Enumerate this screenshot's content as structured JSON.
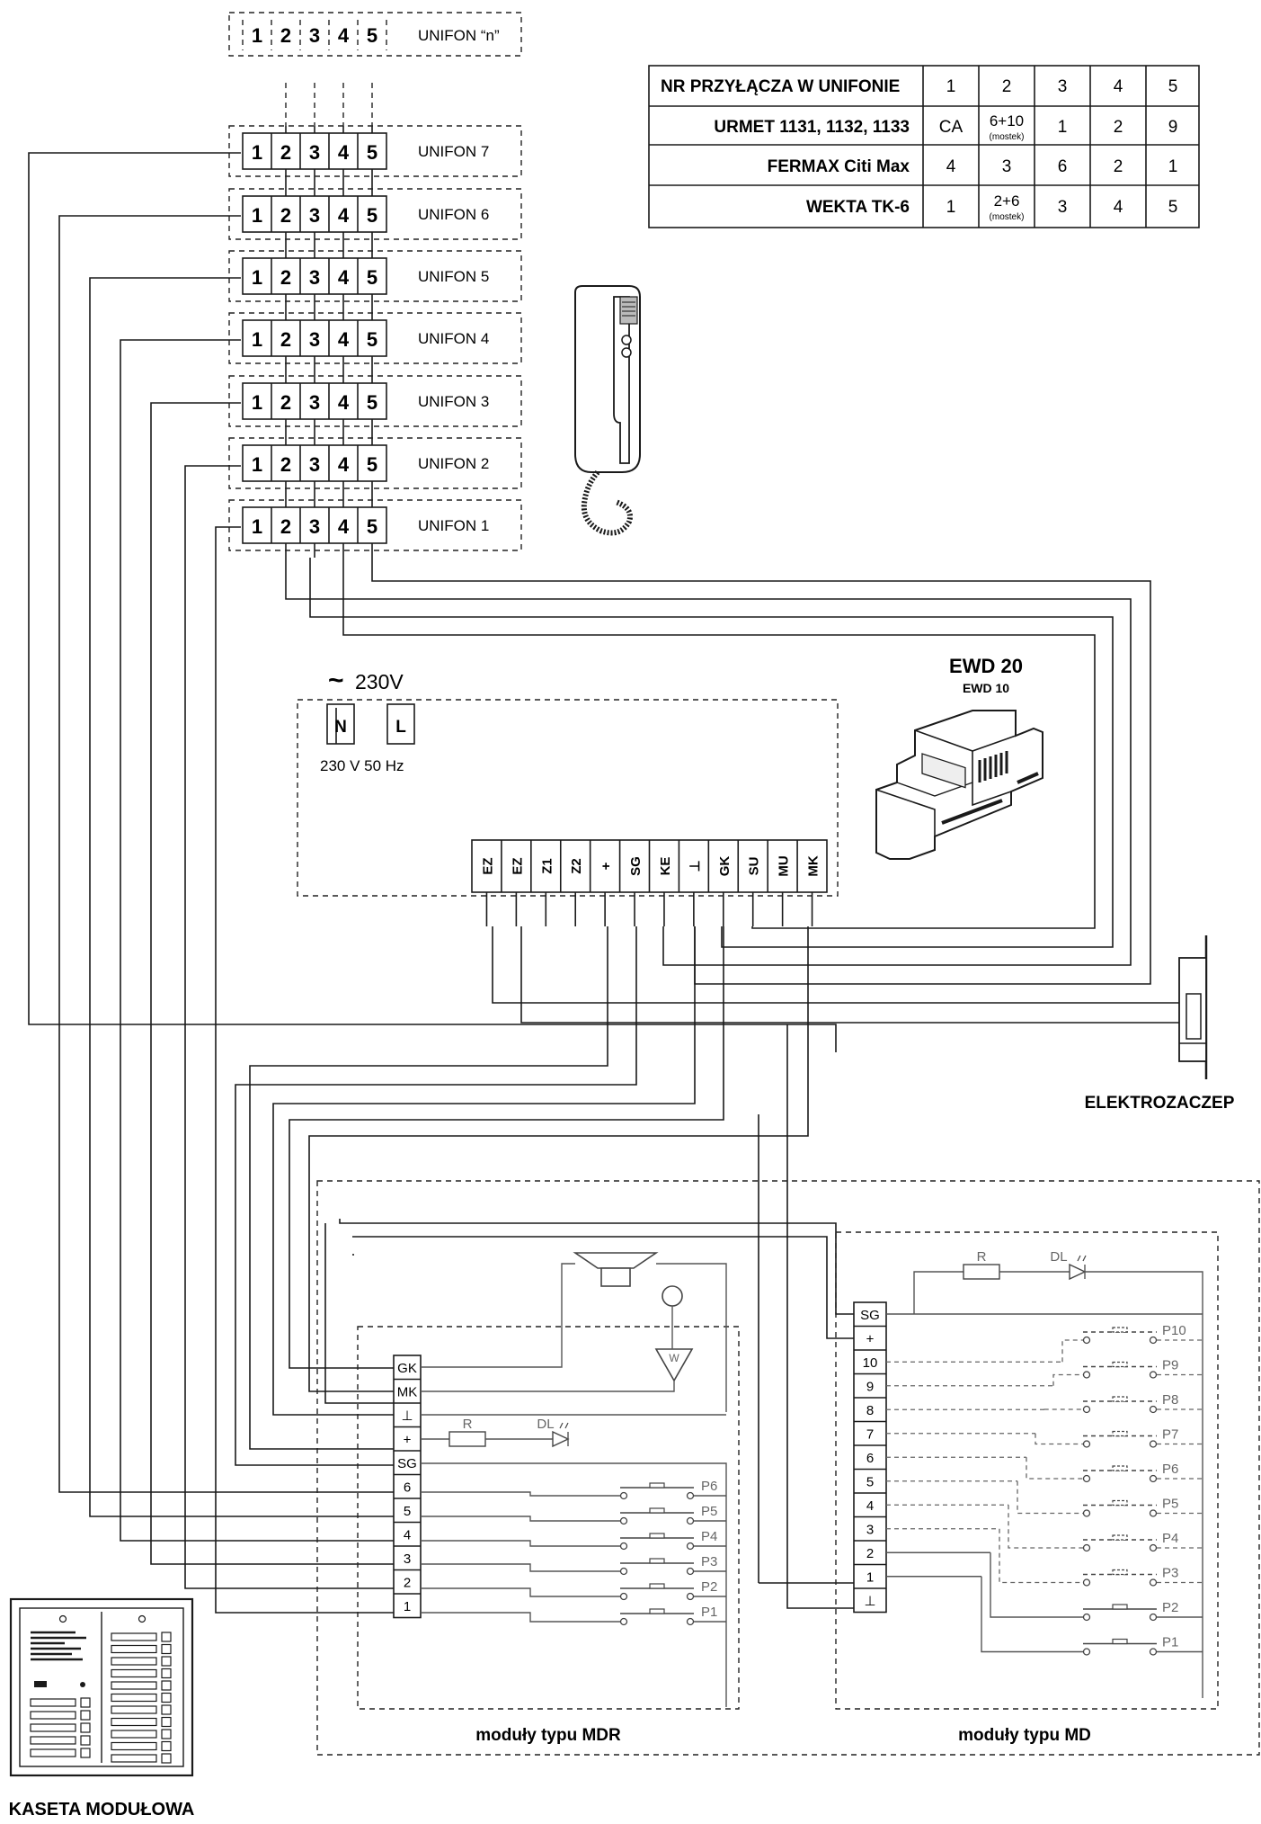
{
  "unifons": {
    "terminals": [
      "1",
      "2",
      "3",
      "4",
      "5"
    ],
    "top_label": "UNIFON “n”",
    "labels": [
      "UNIFON 7",
      "UNIFON 6",
      "UNIFON 5",
      "UNIFON 4",
      "UNIFON 3",
      "UNIFON 2",
      "UNIFON 1"
    ]
  },
  "table": {
    "header": [
      "NR PRZYŁĄCZA W UNIFONIE",
      "1",
      "2",
      "3",
      "4",
      "5"
    ],
    "rows": [
      {
        "name": "URMET 1131, 1132, 1133",
        "cells": [
          "CA",
          "6+10",
          "1",
          "2",
          "9"
        ],
        "sub": [
          "",
          "(mostek)",
          "",
          "",
          ""
        ]
      },
      {
        "name": "FERMAX Citi Max",
        "cells": [
          "4",
          "3",
          "6",
          "2",
          "1"
        ],
        "sub": [
          "",
          "",
          "",
          "",
          ""
        ]
      },
      {
        "name": "WEKTA TK-6",
        "cells": [
          "1",
          "2+6",
          "3",
          "4",
          "5"
        ],
        "sub": [
          "",
          "(mostek)",
          "",
          "",
          ""
        ]
      }
    ]
  },
  "power": {
    "symbol": "~",
    "voltage": "230V",
    "terminals": [
      "N",
      "L"
    ],
    "spec": "230 V 50 Hz"
  },
  "ewd": {
    "title": "EWD 20",
    "subtitle": "EWD 10",
    "terminals": [
      "EZ",
      "EZ",
      "Z1",
      "Z2",
      "+",
      "SG",
      "KE",
      "⊥",
      "GK",
      "SU",
      "MU",
      "MK"
    ]
  },
  "elektrozaczep": "ELEKTROZACZEP",
  "mdr": {
    "terminals": [
      "GK",
      "MK",
      "⊥",
      "+",
      "SG",
      "6",
      "5",
      "4",
      "3",
      "2",
      "1"
    ],
    "resistor": "R",
    "led": "DL",
    "amplifier": "W",
    "buttons": [
      "P6",
      "P5",
      "P4",
      "P3",
      "P2",
      "P1"
    ],
    "caption": "moduły typu MDR"
  },
  "md": {
    "terminals": [
      "SG",
      "+",
      "10",
      "9",
      "8",
      "7",
      "6",
      "5",
      "4",
      "3",
      "2",
      "1",
      "⊥"
    ],
    "resistor": "R",
    "led": "DL",
    "buttons": [
      "P10",
      "P9",
      "P8",
      "P7",
      "P6",
      "P5",
      "P4",
      "P3",
      "P2",
      "P1"
    ],
    "caption": "moduły typu MD"
  },
  "kaseta": "KASETA MODUŁOWA"
}
